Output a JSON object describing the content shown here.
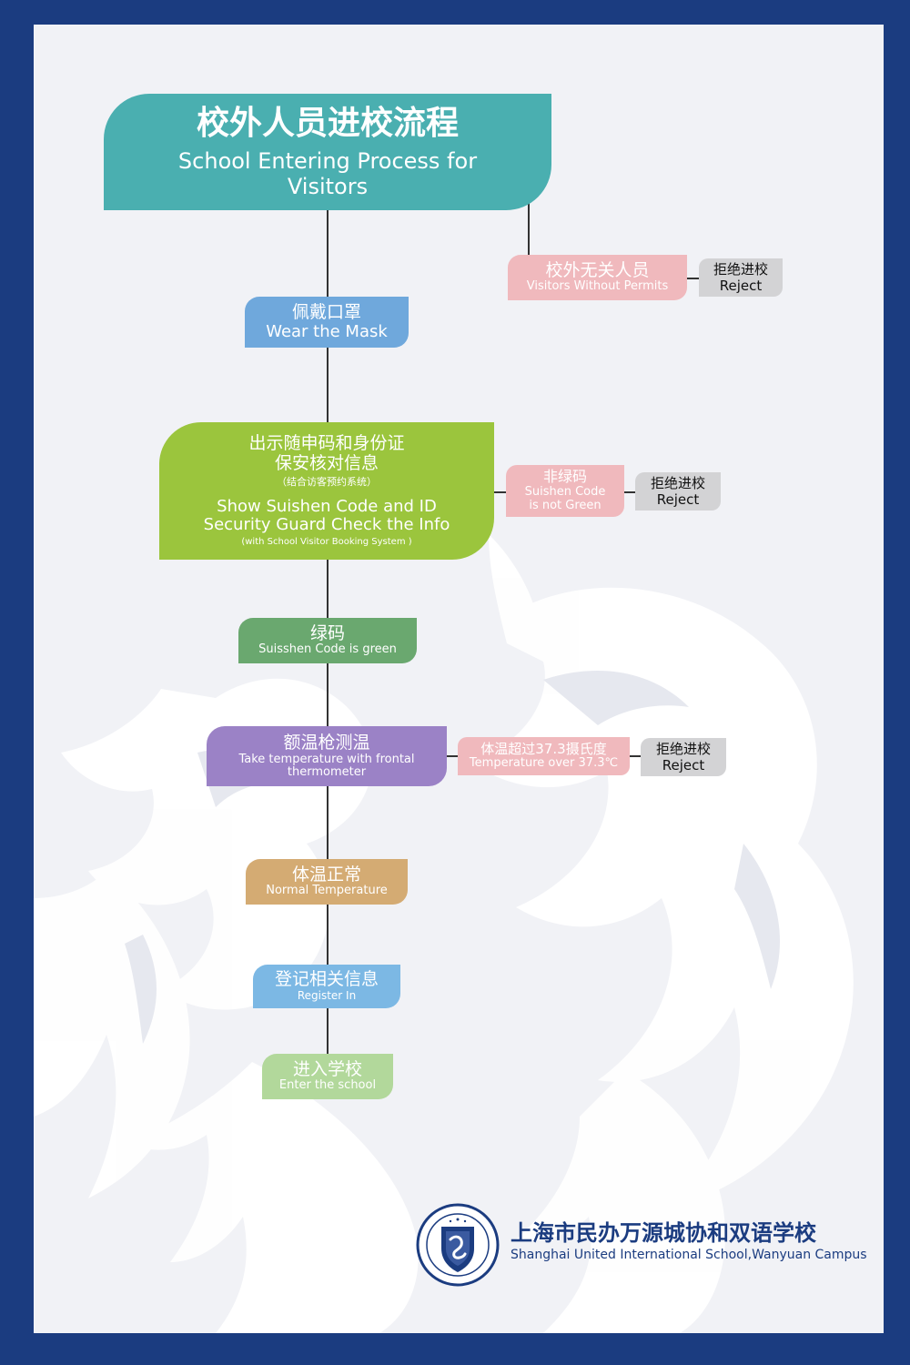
{
  "title": {
    "zh": "校外人员进校流程",
    "en": "School Entering Process for Visitors"
  },
  "steps": [
    {
      "zh": "佩戴口罩",
      "en": "Wear the Mask",
      "color": "#6fa8dc"
    },
    {
      "zh_line1": "出示随申码和身份证",
      "zh_line2": "保安核对信息",
      "zh_note": "（结合访客预约系统）",
      "en_line1": "Show Suishen Code and ID",
      "en_line2": "Security Guard Check the Info",
      "en_note": "(with School Visitor Booking System )",
      "color": "#9bc53d"
    },
    {
      "zh": "绿码",
      "en": "Suisshen Code is green",
      "color": "#6aa86f"
    },
    {
      "zh": "额温枪测温",
      "en": "Take temperature with frontal thermometer",
      "color": "#9b82c6"
    },
    {
      "zh": "体温正常",
      "en": "Normal Temperature",
      "color": "#d4ab73"
    },
    {
      "zh": "登记相关信息",
      "en": "Register In",
      "color": "#7cb8e4"
    },
    {
      "zh": "进入学校",
      "en": "Enter the school",
      "color": "#b2d89b"
    }
  ],
  "branches": [
    {
      "zh": "校外无关人员",
      "en": "Visitors Without Permits",
      "reject_zh": "拒绝进校",
      "reject_en": "Reject"
    },
    {
      "zh": "非绿码",
      "en_line1": "Suishen Code",
      "en_line2": "is not Green",
      "reject_zh": "拒绝进校",
      "reject_en": "Reject"
    },
    {
      "zh": "体温超过37.3摄氏度",
      "en": "Temperature over 37.3℃",
      "reject_zh": "拒绝进校",
      "reject_en": "Reject"
    }
  ],
  "footer": {
    "school_zh": "上海市民办万源城协和双语学校",
    "school_en": "Shanghai United International School,Wanyuan Campus"
  },
  "colors": {
    "background": "#1b3c80",
    "panel": "#f1f2f6",
    "title": "#4aafb0",
    "branch": "#f0b9bd"
  }
}
